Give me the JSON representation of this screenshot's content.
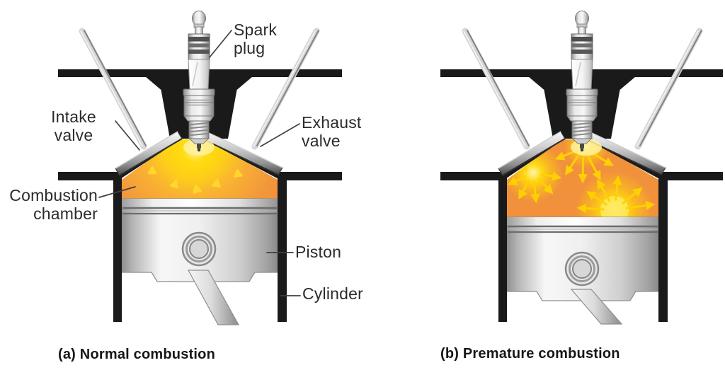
{
  "panels": {
    "a": {
      "caption": "(a) Normal combustion",
      "labels": {
        "spark_plug": "Spark\nplug",
        "intake_valve": "Intake\nvalve",
        "exhaust_valve": "Exhaust\nvalve",
        "combustion_chamber": "Combustion\nchamber",
        "piston": "Piston",
        "cylinder": "Cylinder"
      }
    },
    "b": {
      "caption": "(b) Premature combustion"
    }
  },
  "colors": {
    "engine_black": "#1a1a1a",
    "flame_orange": "#f1913c",
    "flame_yellow": "#ffdf06",
    "spark_arrow_yellow": "#ffd201",
    "label_text": "#2b2b2b",
    "background": "#ffffff"
  }
}
